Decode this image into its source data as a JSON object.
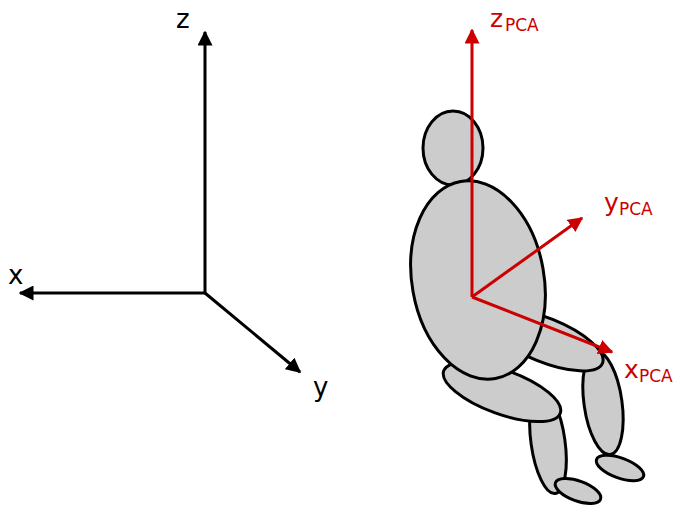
{
  "diagram": {
    "labels": [
      "z",
      "x",
      "y",
      "z",
      "PCA",
      "y",
      "PCA",
      "x",
      "PCA"
    ]
  }
}
